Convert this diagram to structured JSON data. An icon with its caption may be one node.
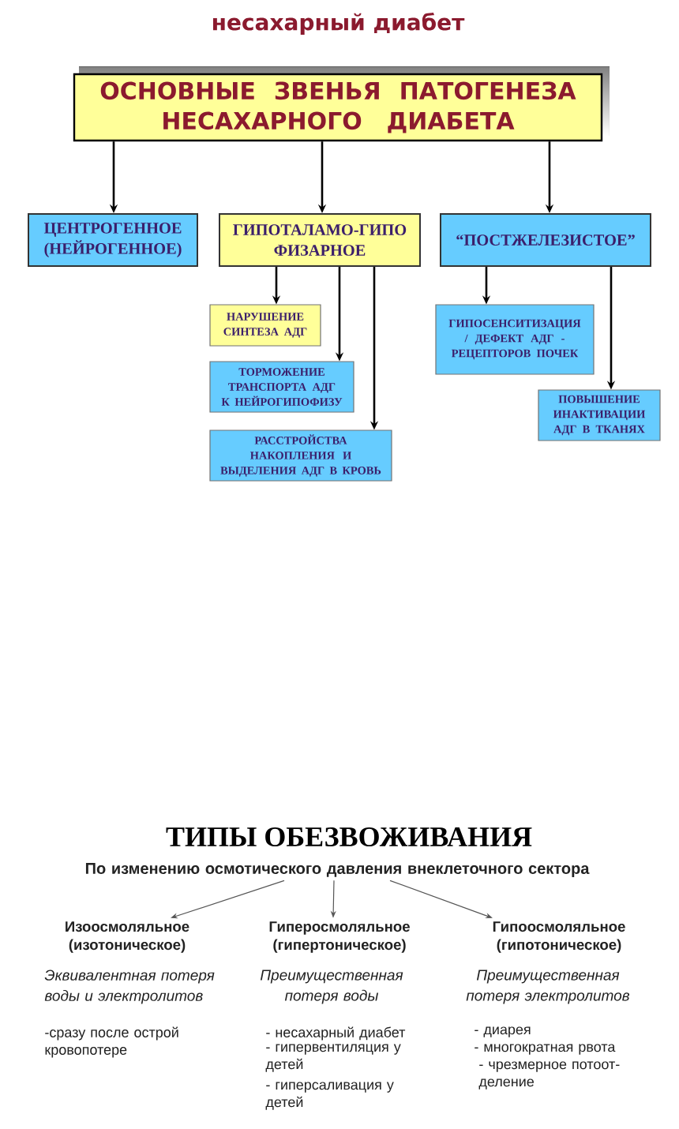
{
  "diagram": {
    "title": "несахарный диабет",
    "nodes": [
      {
        "text": [
          "ОСНОВНЫЕ ЗВЕНЬЯ ПАТОГЕНЕЗА НЕСАХАРНОГО ДИАБЕТА"
        ]
      },
      {
        "text": [
          "ЦЕНТРОГЕННОЕ (НЕЙРОГЕННОЕ)"
        ]
      },
      {
        "text": [
          "ГИПОТАЛАМО-ГИПО ФИЗАРНОЕ"
        ]
      },
      {
        "text": [
          "“ПОСТЖЕЛЕЗИСТОЕ”"
        ]
      },
      {
        "text": [
          "НАРУШЕНИЕ СИНТЕЗА АДГ"
        ]
      },
      {
        "text": [
          "ТОРМОЖЕНИЕ ТРАНСПОРТА АДГ К НЕЙРОГИПОФИЗУ"
        ]
      },
      {
        "text": [
          "РАССТРОЙСТВА НАКОПЛЕНИЯ И ВЫДЕЛЕНИЯ АДГ В КРОВЬ"
        ]
      },
      {
        "text": [
          "ГИПОСЕНСИТИЗАЦИЯ / ДЕФЕКТ АДГ - РЕЦЕПТОРОВ ПОЧЕК"
        ]
      },
      {
        "text": [
          "ПОВЫШЕНИЕ ИНАКТИВАЦИИ АДГ В ТКАНЯХ"
        ]
      },
      {
        "text": [
          "По изменению осмотического давления внеклеточного сектора"
        ]
      },
      {
        "text": [
          "Изоосмоляльное (изотоническое)"
        ],
        "beside": [
          "Эквивалентная потеря воды и электролитов",
          "-сразу после острой кровопотере"
        ]
      },
      {
        "text": [
          "Гиперосмоляльное (гипертоническое)"
        ],
        "beside": [
          "Преимущественная потеря воды",
          "- несахарный диабет",
          "- гипервентиляция у детей",
          "- гиперсаливация у детей"
        ]
      },
      {
        "text": [
          "Гипоосмоляльное (гипотоническое)"
        ],
        "beside": [
          "Преимущественная потеря электролитов",
          "- диарея",
          "- многократная рвота",
          "- чрезмерное потоот-деление"
        ]
      }
    ],
    "edges": [
      {
        "from": 0,
        "to": 1,
        "arrow": "to"
      },
      {
        "from": 0,
        "to": 2,
        "arrow": "to"
      },
      {
        "from": 0,
        "to": 3,
        "arrow": "to"
      },
      {
        "from": 2,
        "to": 4,
        "arrow": "to"
      },
      {
        "from": 2,
        "to": 5,
        "arrow": "to"
      },
      {
        "from": 2,
        "to": 6,
        "arrow": "to"
      },
      {
        "from": 3,
        "to": 7,
        "arrow": "to"
      },
      {
        "from": 3,
        "to": 8,
        "arrow": "to"
      },
      {
        "from": 9,
        "to": 10,
        "arrow": "to",
        "color": "#555555"
      },
      {
        "from": 9,
        "to": 11,
        "arrow": "to",
        "color": "#555555"
      },
      {
        "from": 9,
        "to": 12,
        "arrow": "to",
        "color": "#555555"
      }
    ],
    "labels": [
      "ТИПЫ ОБЕЗВОЖИВАНИЯ"
    ]
  }
}
